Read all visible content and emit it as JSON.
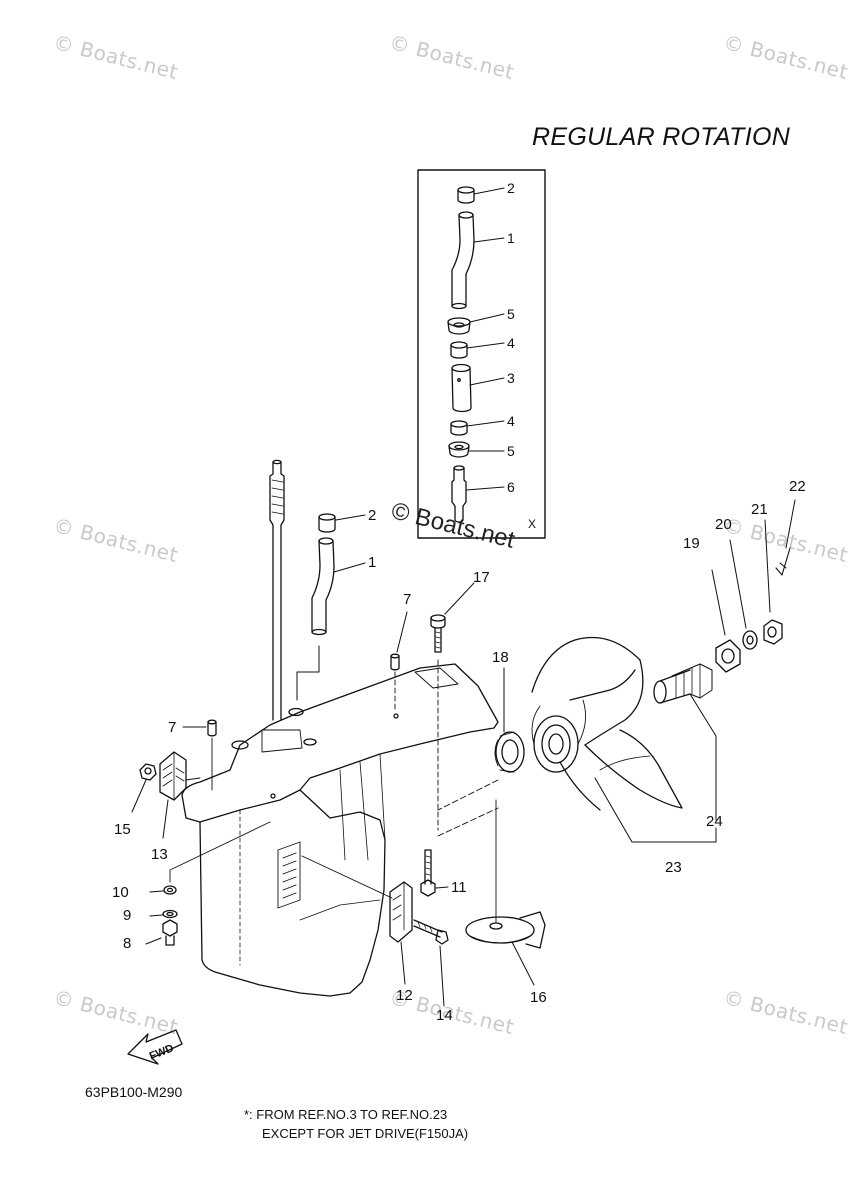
{
  "watermark_text": "© Boats.net",
  "title": "REGULAR ROTATION",
  "part_code": "63PB100-M290",
  "notes": {
    "line1": "*: FROM REF.NO.3 TO REF.NO.23",
    "line2": "EXCEPT FOR JET DRIVE(F150JA)"
  },
  "inset_label": "X",
  "fwd_label": "FWD",
  "callouts": {
    "inset": [
      "2",
      "1",
      "5",
      "4",
      "3",
      "4",
      "5",
      "6"
    ],
    "main": [
      "2",
      "1",
      "7",
      "17",
      "7",
      "18",
      "22",
      "21",
      "20",
      "19",
      "15",
      "13",
      "24",
      "23",
      "10",
      "9",
      "8",
      "11",
      "12",
      "14",
      "16"
    ]
  }
}
